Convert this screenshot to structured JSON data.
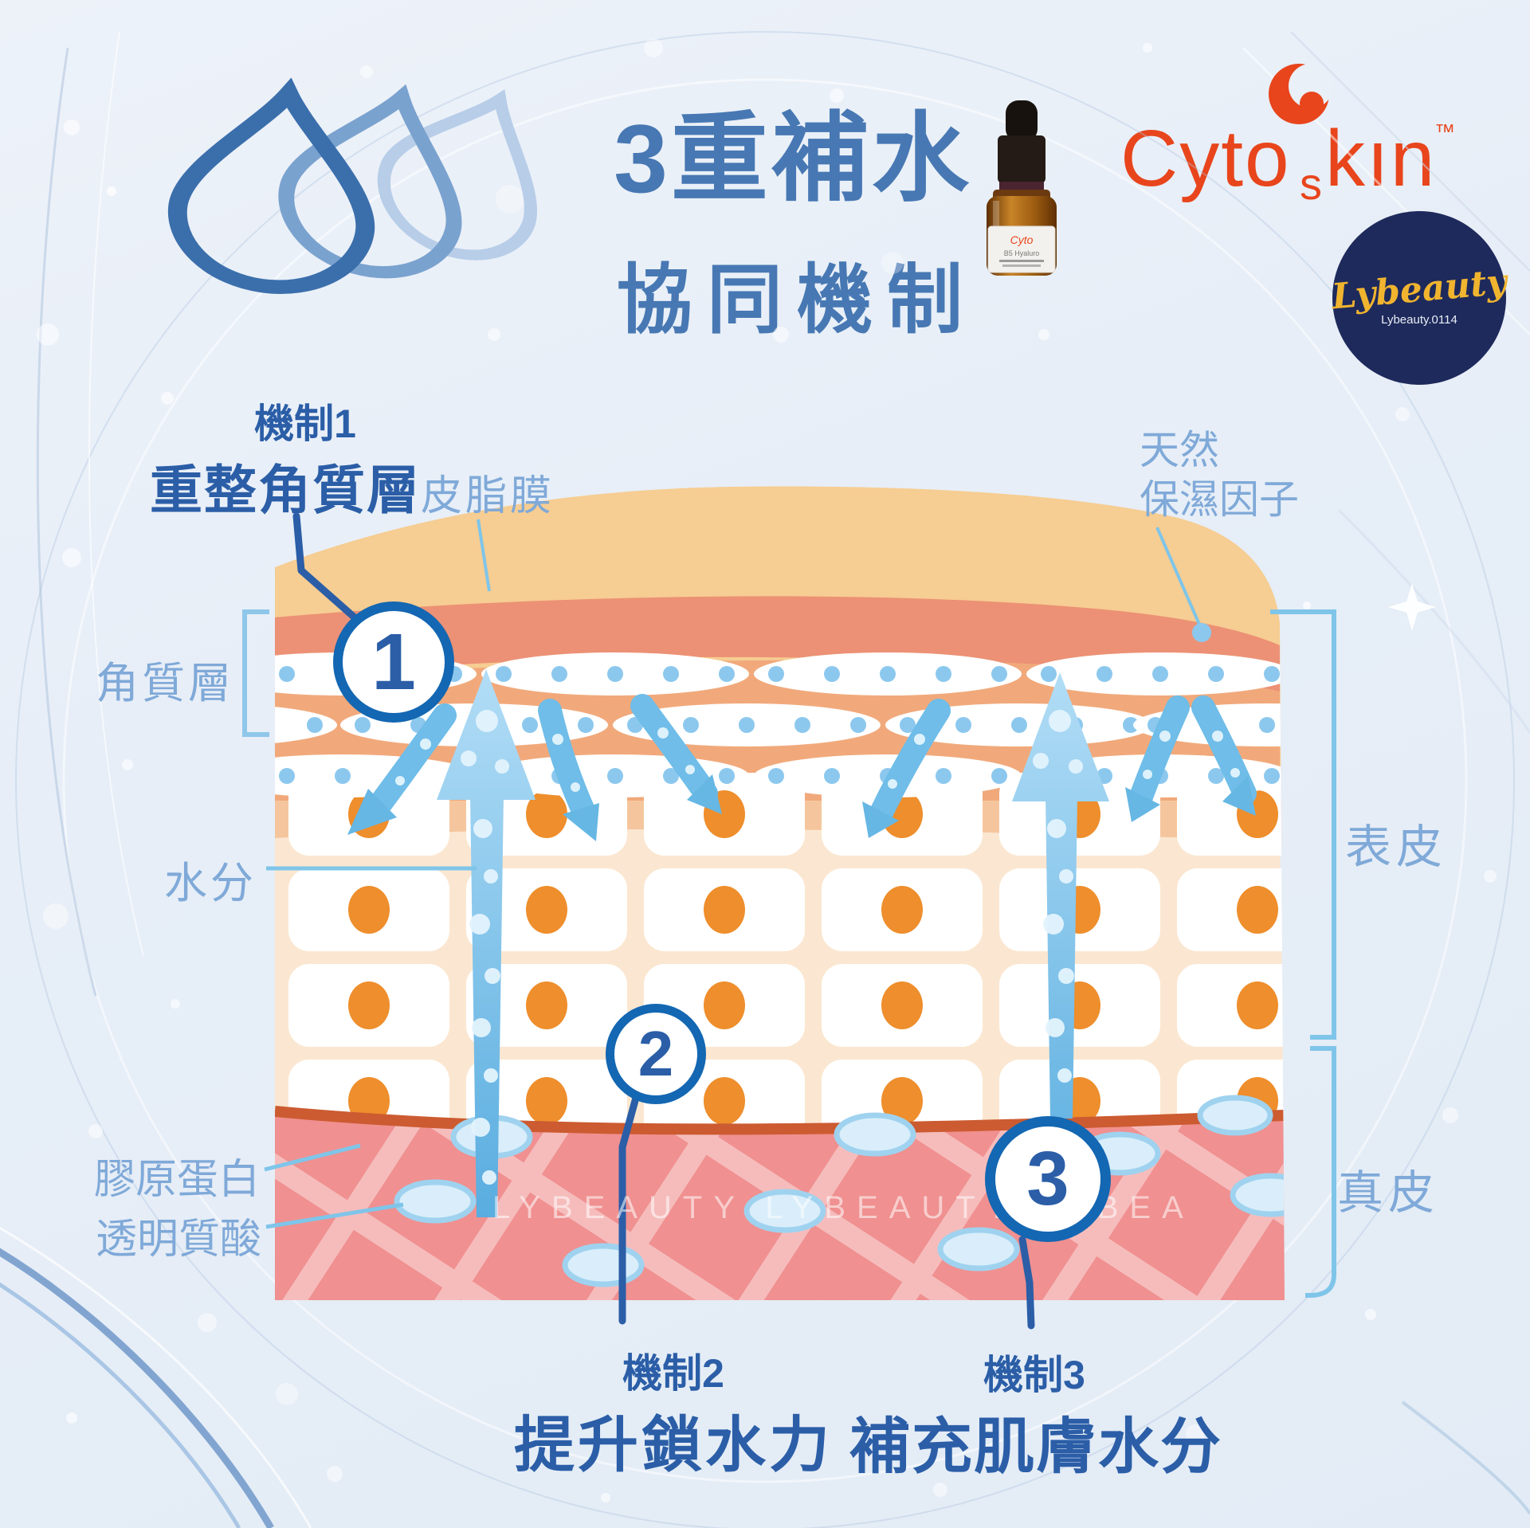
{
  "title": {
    "line1": "3重補水",
    "line2": "協同機制"
  },
  "logo": {
    "part1": "Cyto",
    "sub": "s",
    "part2": "kın",
    "tm": "™"
  },
  "badge": {
    "name": "Lybeauty",
    "handle": "Lybeauty.0114"
  },
  "bottle": {
    "brand": "Cyto",
    "line": "B5 Hyaluro"
  },
  "mech1": {
    "tag": "機制1",
    "title": "重整角質層",
    "num": "1"
  },
  "mech2": {
    "tag": "機制2",
    "title": "提升鎖水力",
    "num": "2"
  },
  "mech3": {
    "tag": "機制3",
    "title": "補充肌膚水分",
    "num": "3"
  },
  "labels": {
    "sebum": "皮脂膜",
    "nmf1": "天然",
    "nmf2": "保濕因子",
    "corneum": "角質層",
    "moisture": "水分",
    "epidermis": "表皮",
    "dermis": "真皮",
    "collagen": "膠原蛋白",
    "ha": "透明質酸"
  },
  "watermark": "LYBEAUTY LYBEAUTY LYBEA",
  "colors": {
    "accent_orange": "#E8451C",
    "navy": "#1E2A5C",
    "gold": "#F0B42F",
    "title_blue": "#4778B3",
    "deep_blue": "#2B5EA7",
    "light_label_blue": "#7FA9D8",
    "dermis_pink": "#F09090",
    "epidermis_cream": "#FBE7D1",
    "sebum_peach": "#F6CD92"
  }
}
